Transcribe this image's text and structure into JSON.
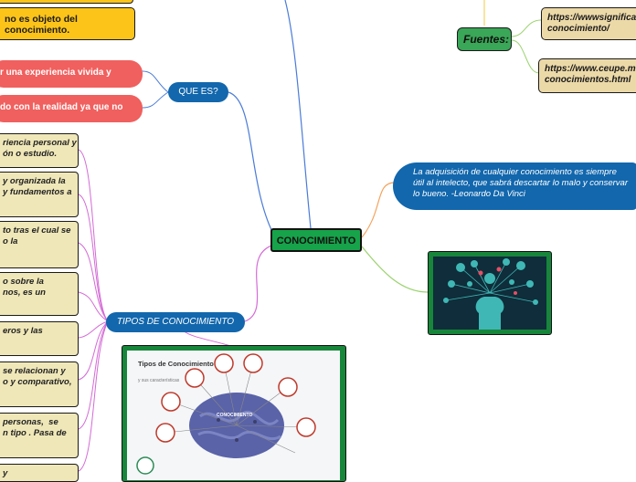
{
  "center": {
    "label": "CONOCIMIENTO"
  },
  "top_left_note": {
    "text": "no es objeto del conocimiento."
  },
  "que_es": {
    "label": "QUE ES?",
    "items": [
      "r una experiencia vivida y",
      "do con la realidad ya que no"
    ]
  },
  "tipos": {
    "label": "TIPOS DE CONOCIMIENTO",
    "items": [
      "riencia personal y\nón o estudio.",
      "y organizada la\ny fundamentos a",
      "to tras el cual se\no la",
      "o sobre la\nnos, es un",
      "eros y las",
      "se relacionan y\no y comparativo,",
      "personas,  se\nn tipo . Pasa de",
      "y"
    ]
  },
  "fuentes": {
    "label": "Fuentes:",
    "links": [
      "https://wwwsignifica\nconocimiento/",
      "https://www.ceupe.m\nconocimientos.html"
    ]
  },
  "quote": {
    "text": "La adquisición de cualquier conocimiento es siempre útil al intelecto, que sabrá descartar lo malo y conservar lo bueno. -Leonardo Da Vinci"
  },
  "infographic": {
    "title": "Tipos de Conocimiento",
    "subtitle": "y sus características",
    "brain_label": "CONOCIMIENTO"
  },
  "colors": {
    "center": "#16a34a",
    "blue": "#1267ad",
    "red": "#f0605e",
    "yellow": "#fcc419",
    "khaki": "#efe7b8"
  }
}
